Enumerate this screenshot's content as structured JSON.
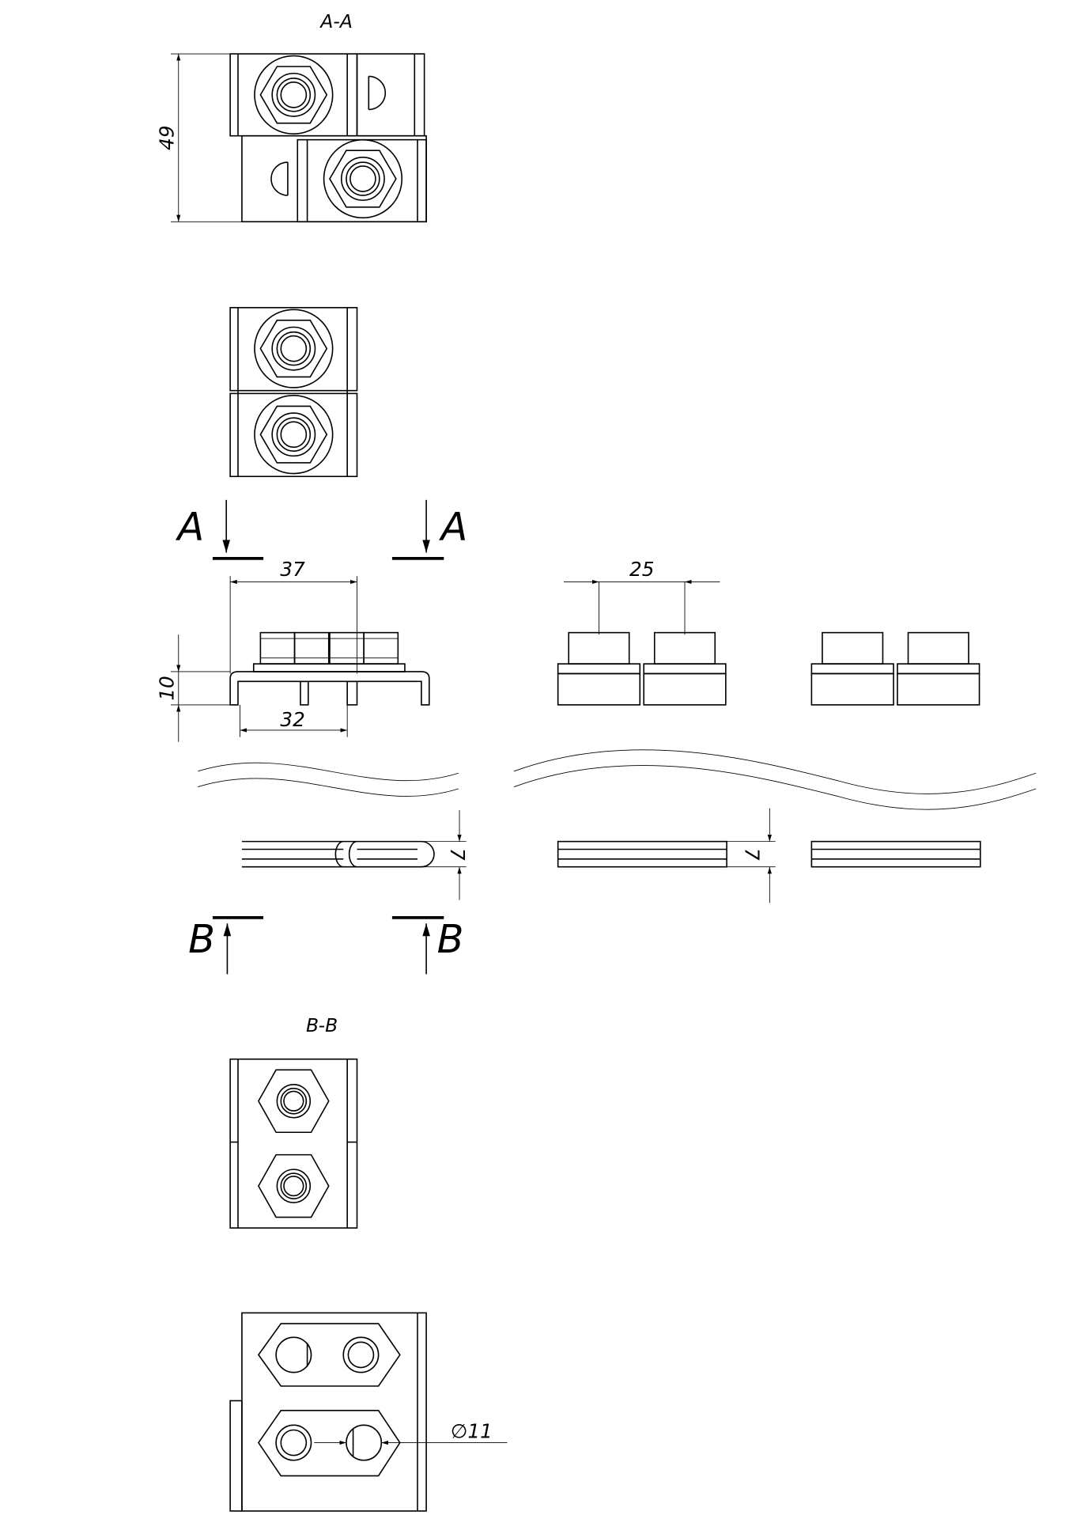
{
  "drawing": {
    "section_aa_title": "A-A",
    "section_bb_title": "B-B",
    "section_a_letter": "A",
    "section_b_letter": "B",
    "dimensions": {
      "height_49": "49",
      "width_37": "37",
      "height_10": "10",
      "width_32": "32",
      "pitch_25": "25",
      "thickness_7_left": "7",
      "thickness_7_right": "7",
      "hole_diameter": "∅11"
    }
  }
}
